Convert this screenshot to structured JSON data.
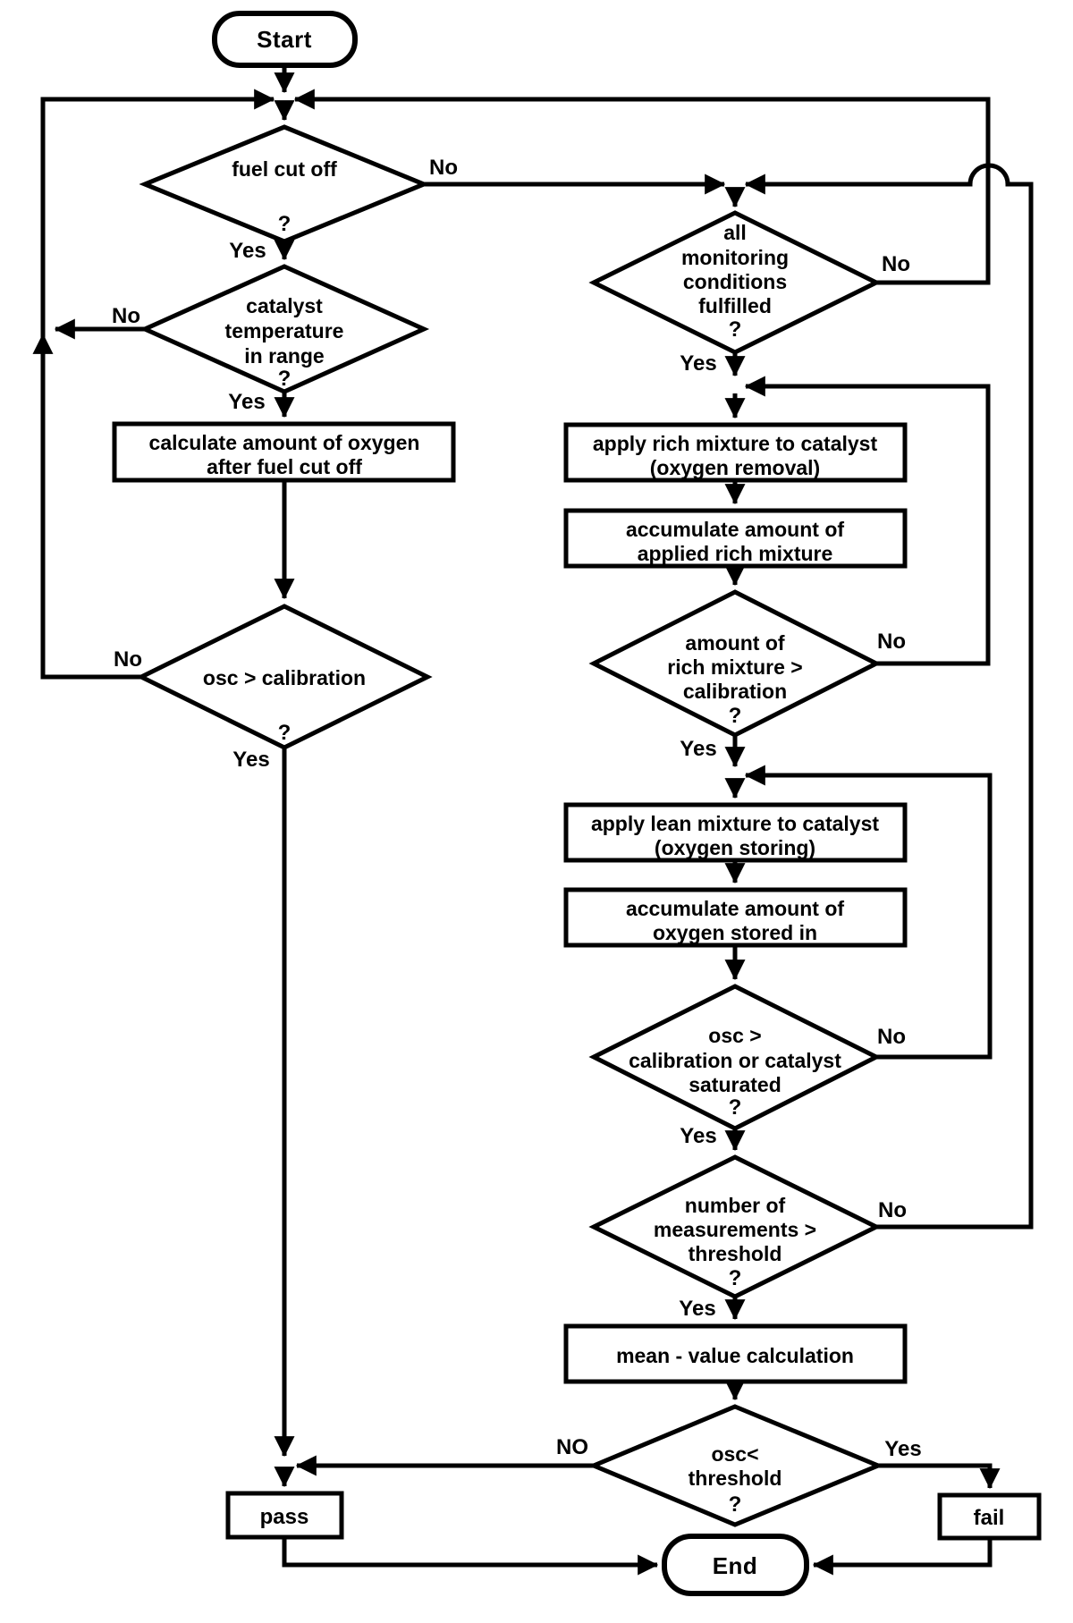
{
  "diagram_type": "flowchart",
  "colors": {
    "stroke": "#000000",
    "background": "#ffffff",
    "text": "#000000"
  },
  "nodes": {
    "start": {
      "shape": "terminator",
      "label": "Start"
    },
    "fuel_cut_off": {
      "shape": "decision",
      "lines": [
        "fuel cut off"
      ],
      "qmark": "?",
      "yes": "Yes",
      "no": "No"
    },
    "catalyst_temp": {
      "shape": "decision",
      "lines": [
        "catalyst",
        "temperature",
        "in range"
      ],
      "qmark": "?",
      "yes": "Yes",
      "no": "No"
    },
    "calc_oxygen": {
      "shape": "process",
      "lines": [
        "calculate amount of oxygen",
        "after fuel cut off"
      ]
    },
    "osc_gt_calibration": {
      "shape": "decision",
      "lines": [
        "osc > calibration"
      ],
      "qmark": "?",
      "yes": "Yes",
      "no": "No"
    },
    "pass": {
      "shape": "process",
      "label": "pass"
    },
    "all_monitoring": {
      "shape": "decision",
      "lines": [
        "all",
        "monitoring",
        "conditions",
        "fulfilled"
      ],
      "qmark": "?",
      "yes": "Yes",
      "no": "No"
    },
    "apply_rich": {
      "shape": "process",
      "lines": [
        "apply rich mixture to catalyst",
        "(oxygen removal)"
      ]
    },
    "accumulate_rich": {
      "shape": "process",
      "lines": [
        "accumulate amount of",
        "applied rich mixture"
      ]
    },
    "rich_gt_calibration": {
      "shape": "decision",
      "lines": [
        "amount of",
        "rich mixture >",
        "calibration"
      ],
      "qmark": "?",
      "yes": "Yes",
      "no": "No"
    },
    "apply_lean": {
      "shape": "process",
      "lines": [
        "apply lean mixture to catalyst",
        "(oxygen storing)"
      ]
    },
    "accumulate_lean": {
      "shape": "process",
      "lines": [
        "accumulate amount of",
        "oxygen stored in"
      ]
    },
    "osc_or_saturated": {
      "shape": "decision",
      "lines": [
        "osc >",
        "calibration or catalyst",
        "saturated"
      ],
      "qmark": "?",
      "yes": "Yes",
      "no": "No"
    },
    "num_measurements": {
      "shape": "decision",
      "lines": [
        "number of",
        "measurements >",
        "threshold"
      ],
      "qmark": "?",
      "yes": "Yes",
      "no": "No"
    },
    "mean_value": {
      "shape": "process",
      "lines": [
        "mean - value calculation"
      ]
    },
    "osc_lt_threshold": {
      "shape": "decision",
      "lines": [
        "osc<",
        "threshold"
      ],
      "qmark": "?",
      "yes": "Yes",
      "no": "NO"
    },
    "fail": {
      "shape": "process",
      "label": "fail"
    },
    "end": {
      "shape": "terminator",
      "label": "End"
    }
  }
}
